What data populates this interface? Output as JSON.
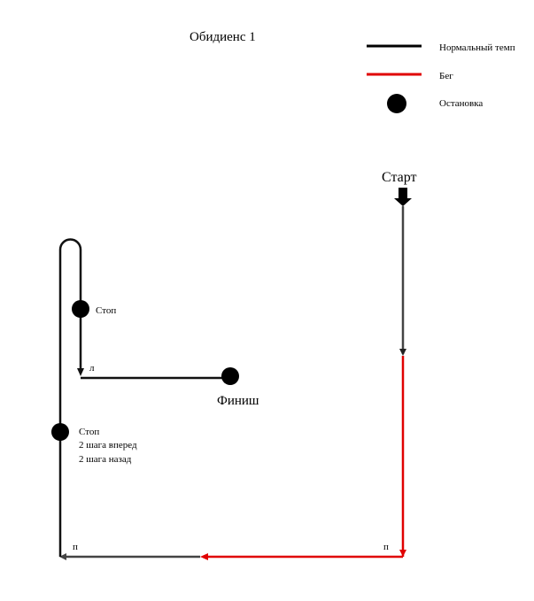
{
  "title": "Обидиенс 1",
  "legend": {
    "items": [
      {
        "label": "Нормальный темп",
        "type": "line",
        "color": "#000000"
      },
      {
        "label": "Бег",
        "type": "line",
        "color": "#e00000"
      },
      {
        "label": "Остановка",
        "type": "dot",
        "color": "#000000"
      }
    ]
  },
  "labels": {
    "start": "Старт",
    "finish": "Финиш",
    "stop_upper": "Стоп",
    "stop_lower_line1": "Стоп",
    "stop_lower_line2": "2 шага вперед",
    "stop_lower_line3": "2 шага назад",
    "turn_left": "л",
    "turn_right_bottom_left": "п",
    "turn_right_bottom_right": "п"
  },
  "colors": {
    "normal": "#111111",
    "normal_grey": "#444444",
    "run": "#e00000"
  }
}
